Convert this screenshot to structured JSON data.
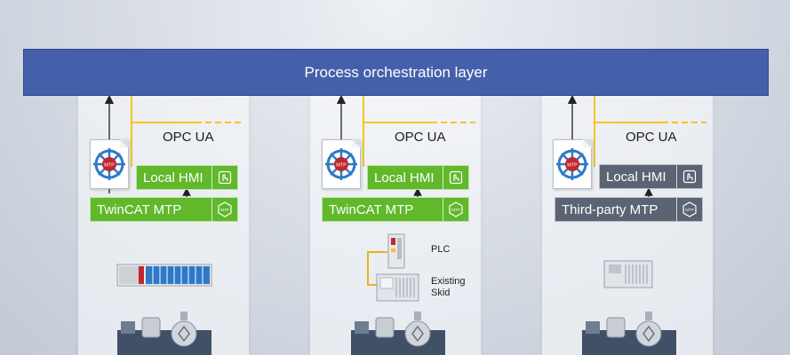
{
  "diagram": {
    "orchestration_label": "Process orchestration layer",
    "columns": [
      {
        "opc_label": "OPC UA",
        "hmi_label": "Local HMI",
        "mtp_label": "TwinCAT MTP",
        "theme": "green"
      },
      {
        "opc_label": "OPC UA",
        "hmi_label": "Local HMI",
        "mtp_label": "TwinCAT MTP",
        "theme": "green",
        "plc_label": "PLC",
        "skid_label": "Existing\nSkid"
      },
      {
        "opc_label": "OPC UA",
        "hmi_label": "Local HMI",
        "mtp_label": "Third-party MTP",
        "theme": "gray"
      }
    ],
    "mtp_icon_text": "MTP"
  },
  "colors": {
    "orchestration": "#4560aa",
    "green": "#61b82a",
    "gray": "#5b6472",
    "opc_line": "#f2c71a"
  }
}
